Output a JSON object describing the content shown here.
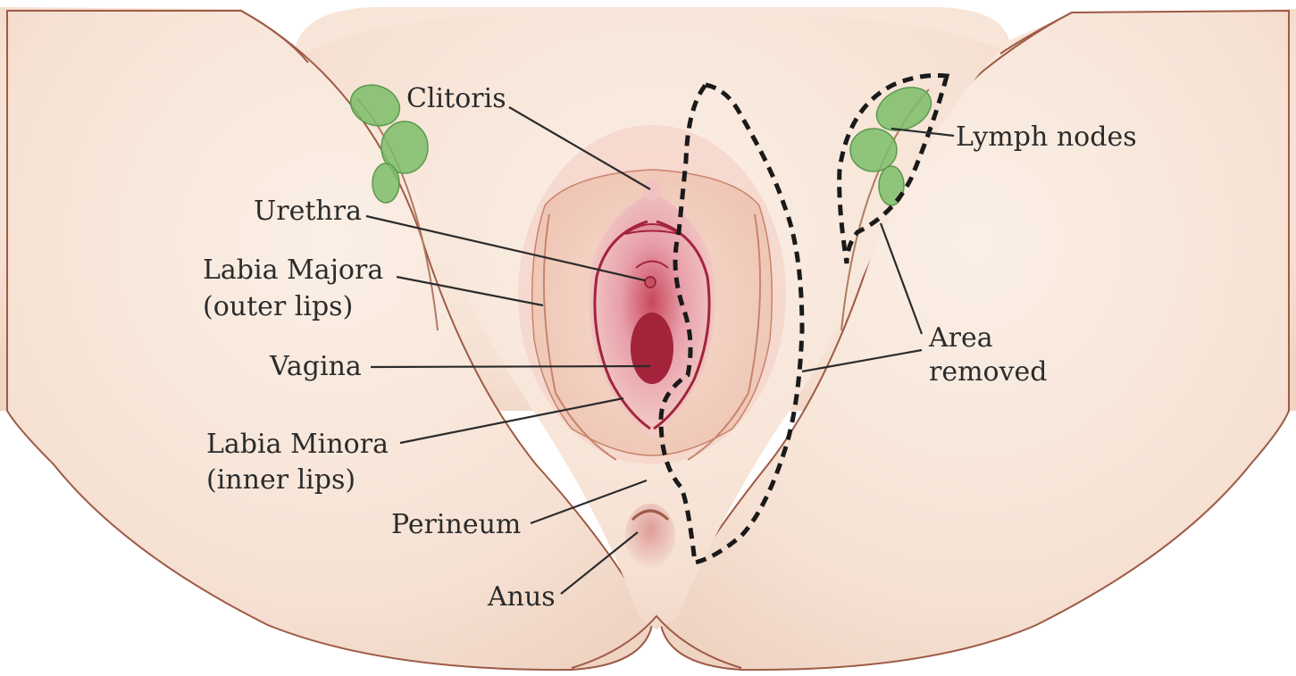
{
  "labels": {
    "clitoris": "Clitoris",
    "urethra": "Urethra",
    "labia_majora": "Labia Majora",
    "labia_majora_sub": "(outer lips)",
    "vagina": "Vagina",
    "labia_minora": "Labia Minora",
    "labia_minora_sub": "(inner lips)",
    "perineum": "Perineum",
    "anus": "Anus",
    "lymph_nodes": "Lymph nodes",
    "area_removed_1": "Area",
    "area_removed_2": "removed"
  },
  "colors": {
    "skin": "#f8e7da",
    "skin_shadow": "#ecc9b8",
    "outline": "#9e5a45",
    "inner_pink": "#e9a3ad",
    "deep_red": "#a3243a",
    "lymph_green": "#7cbd6a",
    "lymph_outline": "#5a9a4b",
    "text": "#2b2b2b"
  }
}
